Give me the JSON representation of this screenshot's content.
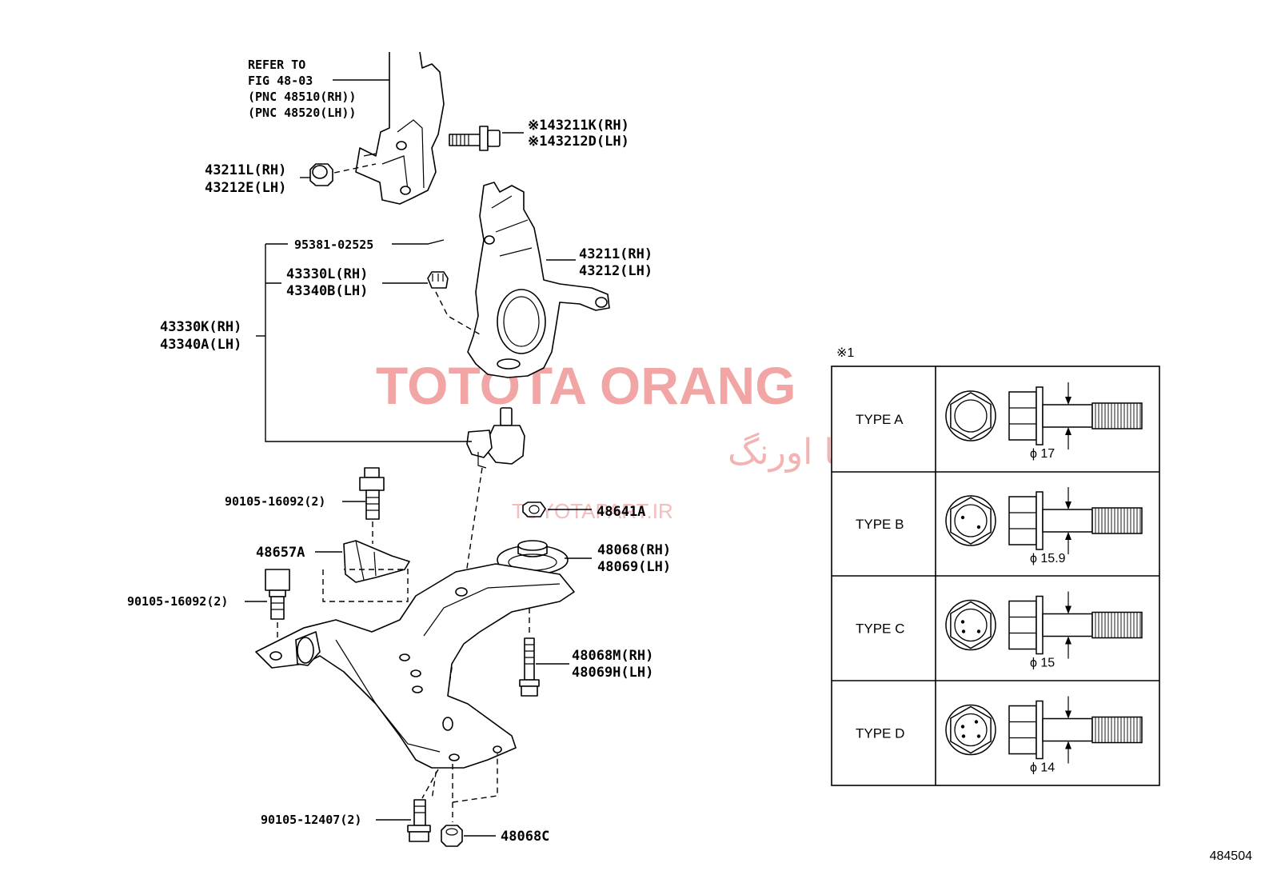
{
  "watermark": {
    "text_latin": "TOTOTA ORANG",
    "text_persian": "تویوتا اورنگ",
    "url": "TOYOTAPART.IR"
  },
  "labels": {
    "refer_line1": "REFER TO",
    "refer_line2": "FIG 48-03",
    "refer_line3": "(PNC 48510(RH))",
    "refer_line4": "(PNC 48520(LH))",
    "bolt_rh": "※143211K(RH)",
    "bolt_lh": "※143212D(LH)",
    "nut_rh": "43211L(RH)",
    "nut_lh": "43212E(LH)",
    "cotter_pin": "95381-02525",
    "ball_nut_rh": "43330L(RH)",
    "ball_nut_lh": "43340B(LH)",
    "knuckle_rh": "43211(RH)",
    "knuckle_lh": "43212(LH)",
    "ball_joint_rh": "43330K(RH)",
    "ball_joint_lh": "43340A(LH)",
    "bolt_upper": "90105-16092(2)",
    "nut_48641a": "48641A",
    "bracket": "48657A",
    "bushing_rh": "48068(RH)",
    "bushing_lh": "48069(LH)",
    "bolt_left": "90105-16092(2)",
    "arm_bolt_rh": "48068M(RH)",
    "arm_bolt_lh": "48069H(LH)",
    "bolt_lower": "90105-12407(2)",
    "nut_48068c": "48068C",
    "figure_number": "484504"
  },
  "type_table": {
    "note_mark": "※1",
    "rows": [
      {
        "type": "TYPE A",
        "diameter": "ϕ 17"
      },
      {
        "type": "TYPE B",
        "diameter": "ϕ 15.9"
      },
      {
        "type": "TYPE C",
        "diameter": "ϕ 15"
      },
      {
        "type": "TYPE D",
        "diameter": "ϕ 14"
      }
    ]
  }
}
